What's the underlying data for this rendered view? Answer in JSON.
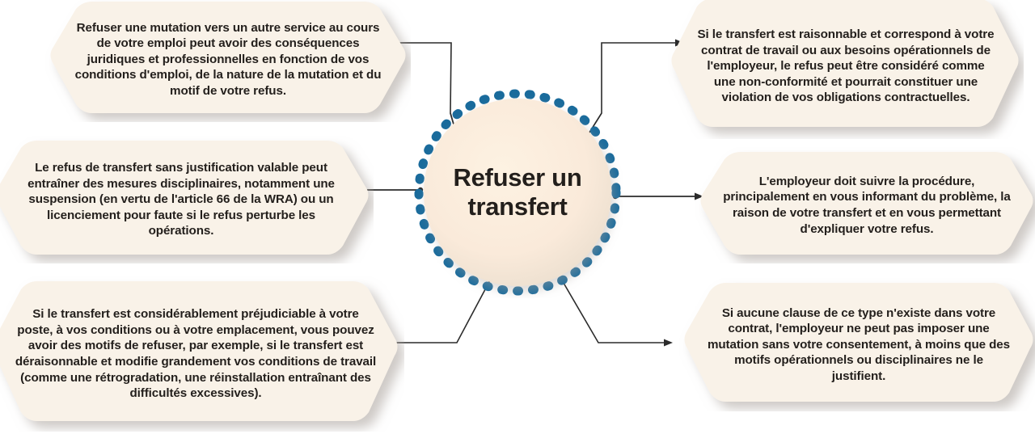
{
  "diagram": {
    "type": "mind-map",
    "background_color": "#ffffff",
    "center": {
      "label": "Refuser un\ntransfert",
      "fill_color": "#faecd8",
      "dash_color": "#1a6b9c",
      "text_color": "#231f1c"
    },
    "node_style": {
      "fill_color": "#f9f2e8",
      "shadow_color": "#6b6058",
      "text_color": "#231f1c",
      "shape": "hexagon"
    },
    "connector_style": {
      "line_color": "#2b2b2b",
      "arrowhead": "solid-triangle",
      "origin_dot": true
    },
    "nodes": [
      {
        "id": "top-left",
        "position": "top-left",
        "text": "Refuser une mutation vers un autre service au cours de votre emploi peut avoir des conséquences juridiques et professionnelles en fonction de vos conditions d'emploi, de la nature de la mutation et du motif de votre refus.",
        "arrow_direction": "left"
      },
      {
        "id": "top-right",
        "position": "top-right",
        "text": "Si le transfert est raisonnable et correspond à votre contrat de travail ou aux besoins opérationnels de l'employeur, le refus peut être considéré comme une non-conformité et pourrait constituer une violation de vos obligations contractuelles.",
        "arrow_direction": "right"
      },
      {
        "id": "middle-left",
        "position": "middle-left",
        "text": "Le refus de transfert sans justification valable peut entraîner des mesures disciplinaires, notamment une suspension (en vertu de l'article 66 de la WRA) ou un licenciement pour faute si le refus perturbe les opérations.",
        "arrow_direction": "left"
      },
      {
        "id": "middle-right",
        "position": "middle-right",
        "text": "L'employeur doit suivre la procédure, principalement en vous informant du problème, la raison de votre transfert et en vous permettant d'expliquer votre refus.",
        "arrow_direction": "right"
      },
      {
        "id": "bottom-left",
        "position": "bottom-left",
        "text": "Si le transfert est considérablement préjudiciable à votre poste, à vos conditions ou à votre emplacement, vous pouvez avoir des motifs de refuser, par exemple, si le transfert est déraisonnable et modifie grandement vos conditions de travail (comme une rétrogradation, une réinstallation entraînant des difficultés excessives).",
        "arrow_direction": "left"
      },
      {
        "id": "bottom-right",
        "position": "bottom-right",
        "text": "Si aucune clause de ce type n'existe dans votre contrat, l'employeur ne peut pas imposer une mutation sans votre consentement, à moins que des motifs opérationnels ou disciplinaires ne le justifient.",
        "arrow_direction": "right"
      }
    ]
  }
}
